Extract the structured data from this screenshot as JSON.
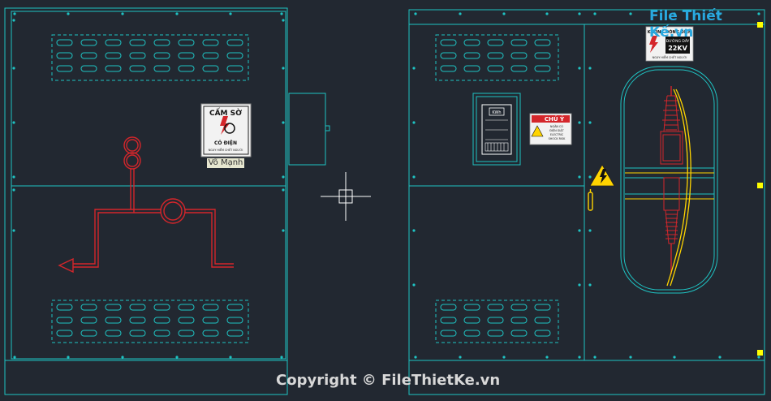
{
  "watermark": "File Thiết Kế.vn",
  "copyright": "Copyright © FileThietKe.vn",
  "colors": {
    "background": "#222831",
    "frame": "#1fc3c3",
    "symbol": "#d4262b",
    "warning": "#ffd400",
    "marker": "#ffff00"
  },
  "left_panel": {
    "sign": {
      "title": "CẤM SỜ",
      "subtitle": "CÓ ĐIỆN",
      "footer": "NGUY HIỂM CHẾT NGƯỜI"
    },
    "nameplate": "Võ Mạnh"
  },
  "right_panel": {
    "meter_label": "KWh",
    "caution_sign": {
      "title": "CHÚ Ý",
      "lines": [
        "NGĂN CÓ",
        "ĐIỆN GIẬT",
        "ELECTRIC",
        "SHOCK RISK"
      ]
    },
    "voltage_sign": {
      "heading": "KHÔNG ĐÓNG ĐIỆN",
      "line": "ĐƯỜNG DÂY",
      "value": "22KV",
      "footer": "NGUY HIỂM CHẾT NGƯỜI"
    }
  }
}
